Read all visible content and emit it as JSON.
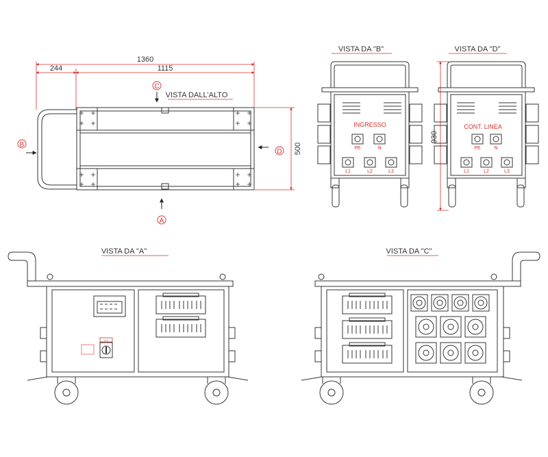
{
  "colors": {
    "line": "#333333",
    "dim": "#d32f2f",
    "label": "#d32f2f"
  },
  "top_view": {
    "title": "VISTA DALL'ALTO",
    "dim_total": "1360",
    "dim_handle": "244",
    "dim_body": "1115",
    "dim_depth": "500",
    "marker_a": "A",
    "marker_b": "B",
    "marker_c": "C",
    "marker_d": "D"
  },
  "view_b": {
    "title": "VISTA DA \"B\"",
    "panel_label": "INGRESSO",
    "sockets_top": [
      "PE",
      "N"
    ],
    "sockets_bottom": [
      "L1",
      "L2",
      "L3"
    ]
  },
  "view_d": {
    "title": "VISTA DA \"D\"",
    "panel_label": "CONT. LINEA",
    "dim_height": "930",
    "sockets_top": [
      "PE",
      "N"
    ],
    "sockets_bottom": [
      "L1",
      "L2",
      "L3"
    ]
  },
  "view_a": {
    "title": "VISTA DA \"A\"",
    "switch_tag": "0  1"
  },
  "view_c": {
    "title": "VISTA DA \"C\""
  }
}
